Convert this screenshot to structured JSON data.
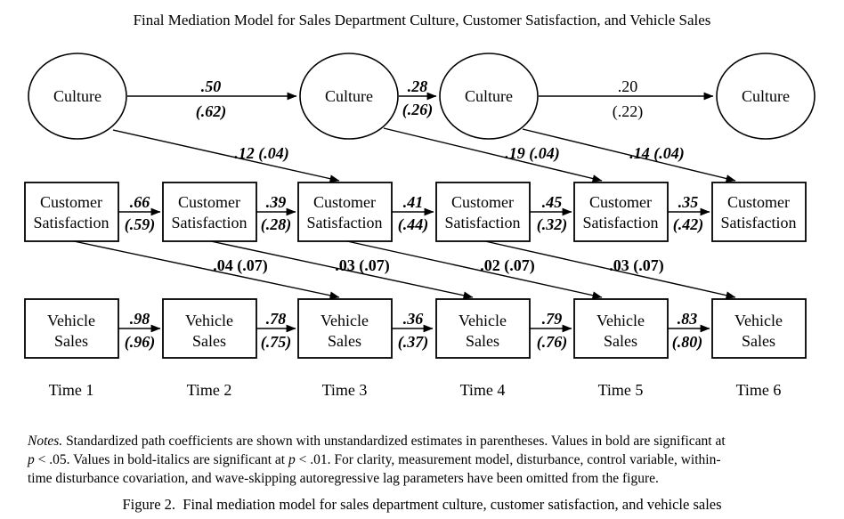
{
  "title": "Final Mediation Model for Sales Department Culture, Customer Satisfaction, and Vehicle Sales",
  "nodes": {
    "culture": "Culture",
    "cs_line1": "Customer",
    "cs_line2": "Satisfaction",
    "vs_line1": "Vehicle",
    "vs_line2": "Sales"
  },
  "time_labels": [
    "Time 1",
    "Time 2",
    "Time 3",
    "Time 4",
    "Time 5",
    "Time 6"
  ],
  "coeffs": {
    "culture_auto": [
      {
        "std": ".50",
        "unstd": "(.62)",
        "style": "bold-italic"
      },
      {
        "std": ".28",
        "unstd": "(.26)",
        "style": "bold-italic"
      },
      {
        "std": ".20",
        "unstd": "(.22)",
        "style": "plain"
      }
    ],
    "culture_to_cs": [
      {
        "label": ".12 (.04)",
        "style": "bold-italic"
      },
      {
        "label": ".19 (.04)",
        "style": "bold-italic"
      },
      {
        "label": ".14 (.04)",
        "style": "bold-italic"
      }
    ],
    "cs_auto": [
      {
        "std": ".66",
        "unstd": "(.59)",
        "style": "bold-italic"
      },
      {
        "std": ".39",
        "unstd": "(.28)",
        "style": "bold-italic"
      },
      {
        "std": ".41",
        "unstd": "(.44)",
        "style": "bold-italic"
      },
      {
        "std": ".45",
        "unstd": "(.32)",
        "style": "bold-italic"
      },
      {
        "std": ".35",
        "unstd": "(.42)",
        "style": "bold-italic"
      }
    ],
    "cs_to_vs": [
      {
        "label": ".04 (.07)",
        "style": "bold"
      },
      {
        "label": ".03 (.07)",
        "style": "bold"
      },
      {
        "label": ".02 (.07)",
        "style": "bold"
      },
      {
        "label": ".03 (.07)",
        "style": "bold"
      }
    ],
    "vs_auto": [
      {
        "std": ".98",
        "unstd": "(.96)",
        "style": "bold-italic"
      },
      {
        "std": ".78",
        "unstd": "(.75)",
        "style": "bold-italic"
      },
      {
        "std": ".36",
        "unstd": "(.37)",
        "style": "bold-italic"
      },
      {
        "std": ".79",
        "unstd": "(.76)",
        "style": "bold-italic"
      },
      {
        "std": ".83",
        "unstd": "(.80)",
        "style": "bold-italic"
      }
    ]
  },
  "notes": {
    "label": "Notes.",
    "line1": " Standardized path coefficients are shown with unstandardized estimates in parentheses. Values in bold are significant at",
    "p1": "p",
    "line2a": " < .05. Values in bold-italics are significant at ",
    "p2": "p",
    "line2b": " < .01. For clarity, measurement model, disturbance, control variable, within-",
    "line3": "time disturbance covariation, and wave-skipping autoregressive lag parameters have been omitted from the figure."
  },
  "caption": "Figure 2.  Final mediation model for sales department culture, customer satisfaction, and vehicle sales",
  "colors": {
    "ink": "#000000",
    "background": "#ffffff"
  }
}
